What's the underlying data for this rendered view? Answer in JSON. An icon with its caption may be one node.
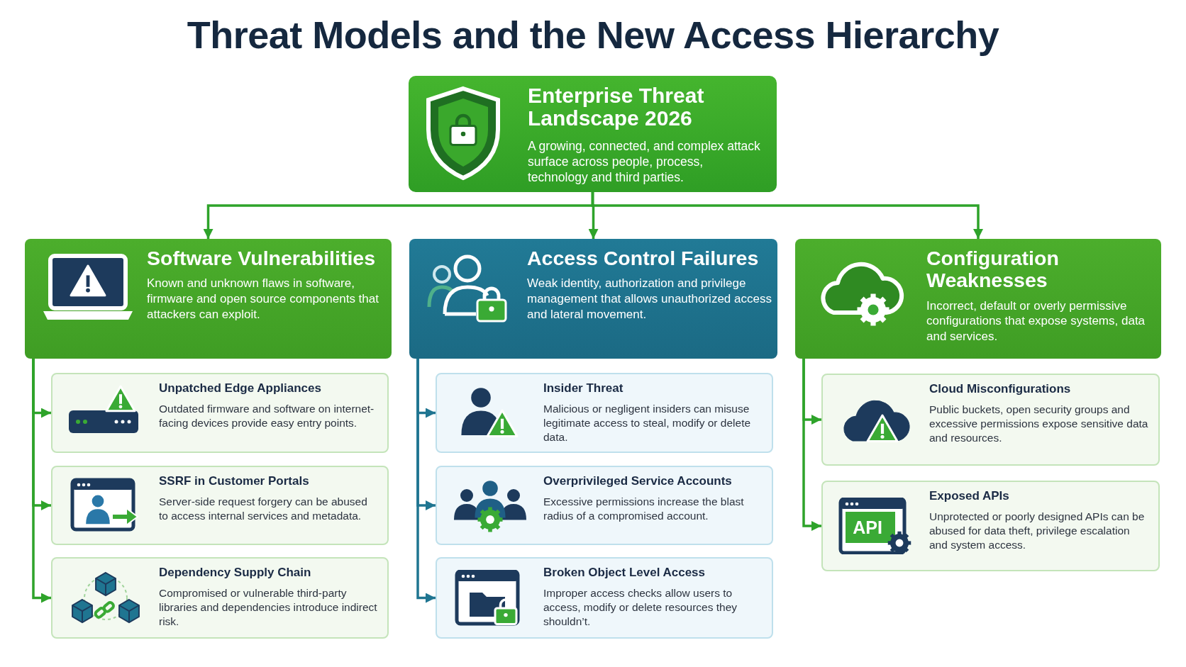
{
  "diagram": {
    "title": "Threat Models and the New Access Hierarchy",
    "nodes": [
      {
        "text": [
          "Enterprise Threat Landscape 2026",
          "A growing, connected, and complex attack surface across people, process, technology and third parties."
        ]
      },
      {
        "text": [
          "Software Vulnerabilities",
          "Known and unknown flaws in software, firmware and open source components that attackers can exploit."
        ]
      },
      {
        "text": [
          "Access Control Failures",
          "Weak identity, authorization and privilege management that allows unauthorized access and lateral movement."
        ]
      },
      {
        "text": [
          "Configuration Weaknesses",
          "Incorrect, default or overly permissive configurations that expose systems, data and services."
        ]
      },
      {
        "text": [
          "Unpatched Edge Appliances",
          "Outdated firmware and software on internet-facing devices provide easy entry points."
        ]
      },
      {
        "text": [
          "SSRF in Customer Portals",
          "Server-side request forgery can be abused to access internal services and metadata."
        ]
      },
      {
        "text": [
          "Dependency Supply Chain",
          "Compromised or vulnerable third-party libraries and dependencies introduce indirect risk."
        ]
      },
      {
        "text": [
          "Insider Threat",
          "Malicious or negligent insiders can misuse legitimate access to steal, modify or delete data."
        ]
      },
      {
        "text": [
          "Overprivileged Service Accounts",
          "Excessive permissions increase the blast radius of a compromised account."
        ]
      },
      {
        "text": [
          "Broken Object Level Access",
          "Improper access checks allow users to access, modify or delete resources they shouldn’t."
        ]
      },
      {
        "text": [
          "Cloud Misconfigurations",
          "Public buckets, open security groups and excessive permissions expose sensitive data and resources."
        ]
      },
      {
        "text": [
          "Exposed APIs",
          "Unprotected or poorly designed APIs can be abused for data theft, privilege escalation and system access."
        ]
      }
    ],
    "edges": [
      {
        "from": 0,
        "to": 1,
        "arrow": "to"
      },
      {
        "from": 0,
        "to": 2,
        "arrow": "to"
      },
      {
        "from": 0,
        "to": 3,
        "arrow": "to"
      },
      {
        "from": 1,
        "to": 4,
        "arrow": "to"
      },
      {
        "from": 1,
        "to": 5,
        "arrow": "to"
      },
      {
        "from": 1,
        "to": 6,
        "arrow": "to"
      },
      {
        "from": 2,
        "to": 7,
        "arrow": "to",
        "color": "#1f7591"
      },
      {
        "from": 2,
        "to": 8,
        "arrow": "to",
        "color": "#1f7591"
      },
      {
        "from": 2,
        "to": 9,
        "arrow": "to",
        "color": "#1f7591"
      },
      {
        "from": 3,
        "to": 10,
        "arrow": "to"
      },
      {
        "from": 3,
        "to": 11,
        "arrow": "to"
      }
    ],
    "labels": [
      "API"
    ]
  }
}
